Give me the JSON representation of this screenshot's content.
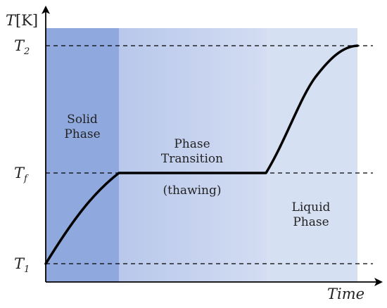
{
  "colors": {
    "solid": "#8FA9DE",
    "transition_start": "#B8C8EB",
    "transition_end": "#D3DCF2",
    "liquid": "#D6E0F3",
    "curve": "#000000",
    "axis": "#000000"
  },
  "axes": {
    "y_symbol": "T",
    "y_unit": "[K]",
    "x_label": "Time"
  },
  "levels": {
    "t2": {
      "symbol": "T",
      "sub": "2"
    },
    "tf": {
      "symbol": "T",
      "sub": "f"
    },
    "t1": {
      "symbol": "T",
      "sub": "1"
    }
  },
  "regions": {
    "solid": {
      "line1": "Solid",
      "line2": "Phase"
    },
    "transition": {
      "line1": "Phase",
      "line2": "Transition",
      "line3": "(thawing)"
    },
    "liquid": {
      "line1": "Liquid",
      "line2": "Phase"
    }
  }
}
